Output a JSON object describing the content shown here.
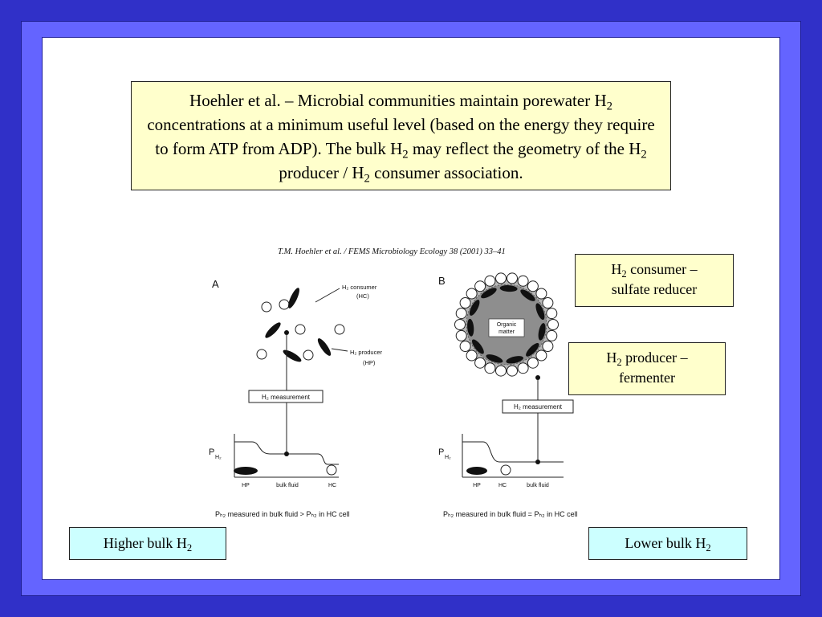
{
  "title_box": {
    "segments": [
      "Hoehler et al. – Microbial communities maintain porewater H",
      "2",
      " concentrations at a minimum useful level (based on the energy they require to form ATP from ADP). The bulk H",
      "2",
      " may reflect the geometry of the H",
      "2",
      " producer / H",
      "2",
      " consumer association."
    ]
  },
  "callouts": {
    "consumer": {
      "prefix": "H",
      "sub": "2",
      "rest": " consumer –",
      "line2": "sulfate reducer"
    },
    "producer": {
      "prefix": "H",
      "sub": "2",
      "rest": " producer –",
      "line2": "fermenter"
    },
    "left": {
      "text": "Higher bulk H",
      "sub": "2"
    },
    "right": {
      "text": "Lower bulk H",
      "sub": "2"
    }
  },
  "figure": {
    "citation": "T.M. Hoehler et al. / FEMS Microbiology Ecology 38 (2001) 33–41",
    "panel_a": {
      "letter": "A",
      "consumer_label": "H₂ consumer",
      "consumer_abbr": "(HC)",
      "producer_label": "H₂ producer",
      "producer_abbr": "(HP)",
      "measurement": "H₂ measurement",
      "axis_label": "P",
      "axis_sub": "H₂",
      "x_labels": [
        "HP",
        "bulk fluid",
        "HC"
      ],
      "caption": "Pₕ₂ measured in bulk fluid > Pₕ₂ in HC cell"
    },
    "panel_b": {
      "letter": "B",
      "organic": [
        "Organic",
        "matter"
      ],
      "measurement": "H₂ measurement",
      "axis_label": "P",
      "axis_sub": "H₂",
      "x_labels": [
        "HP",
        "HC",
        "bulk fluid"
      ],
      "caption": "Pₕ₂ measured in bulk fluid = Pₕ₂ in HC cell"
    }
  },
  "colors": {
    "background": "#3030c8",
    "frame": "#6464ff",
    "title_fill": "#ffffcc",
    "label_fill": "#ccffff"
  }
}
